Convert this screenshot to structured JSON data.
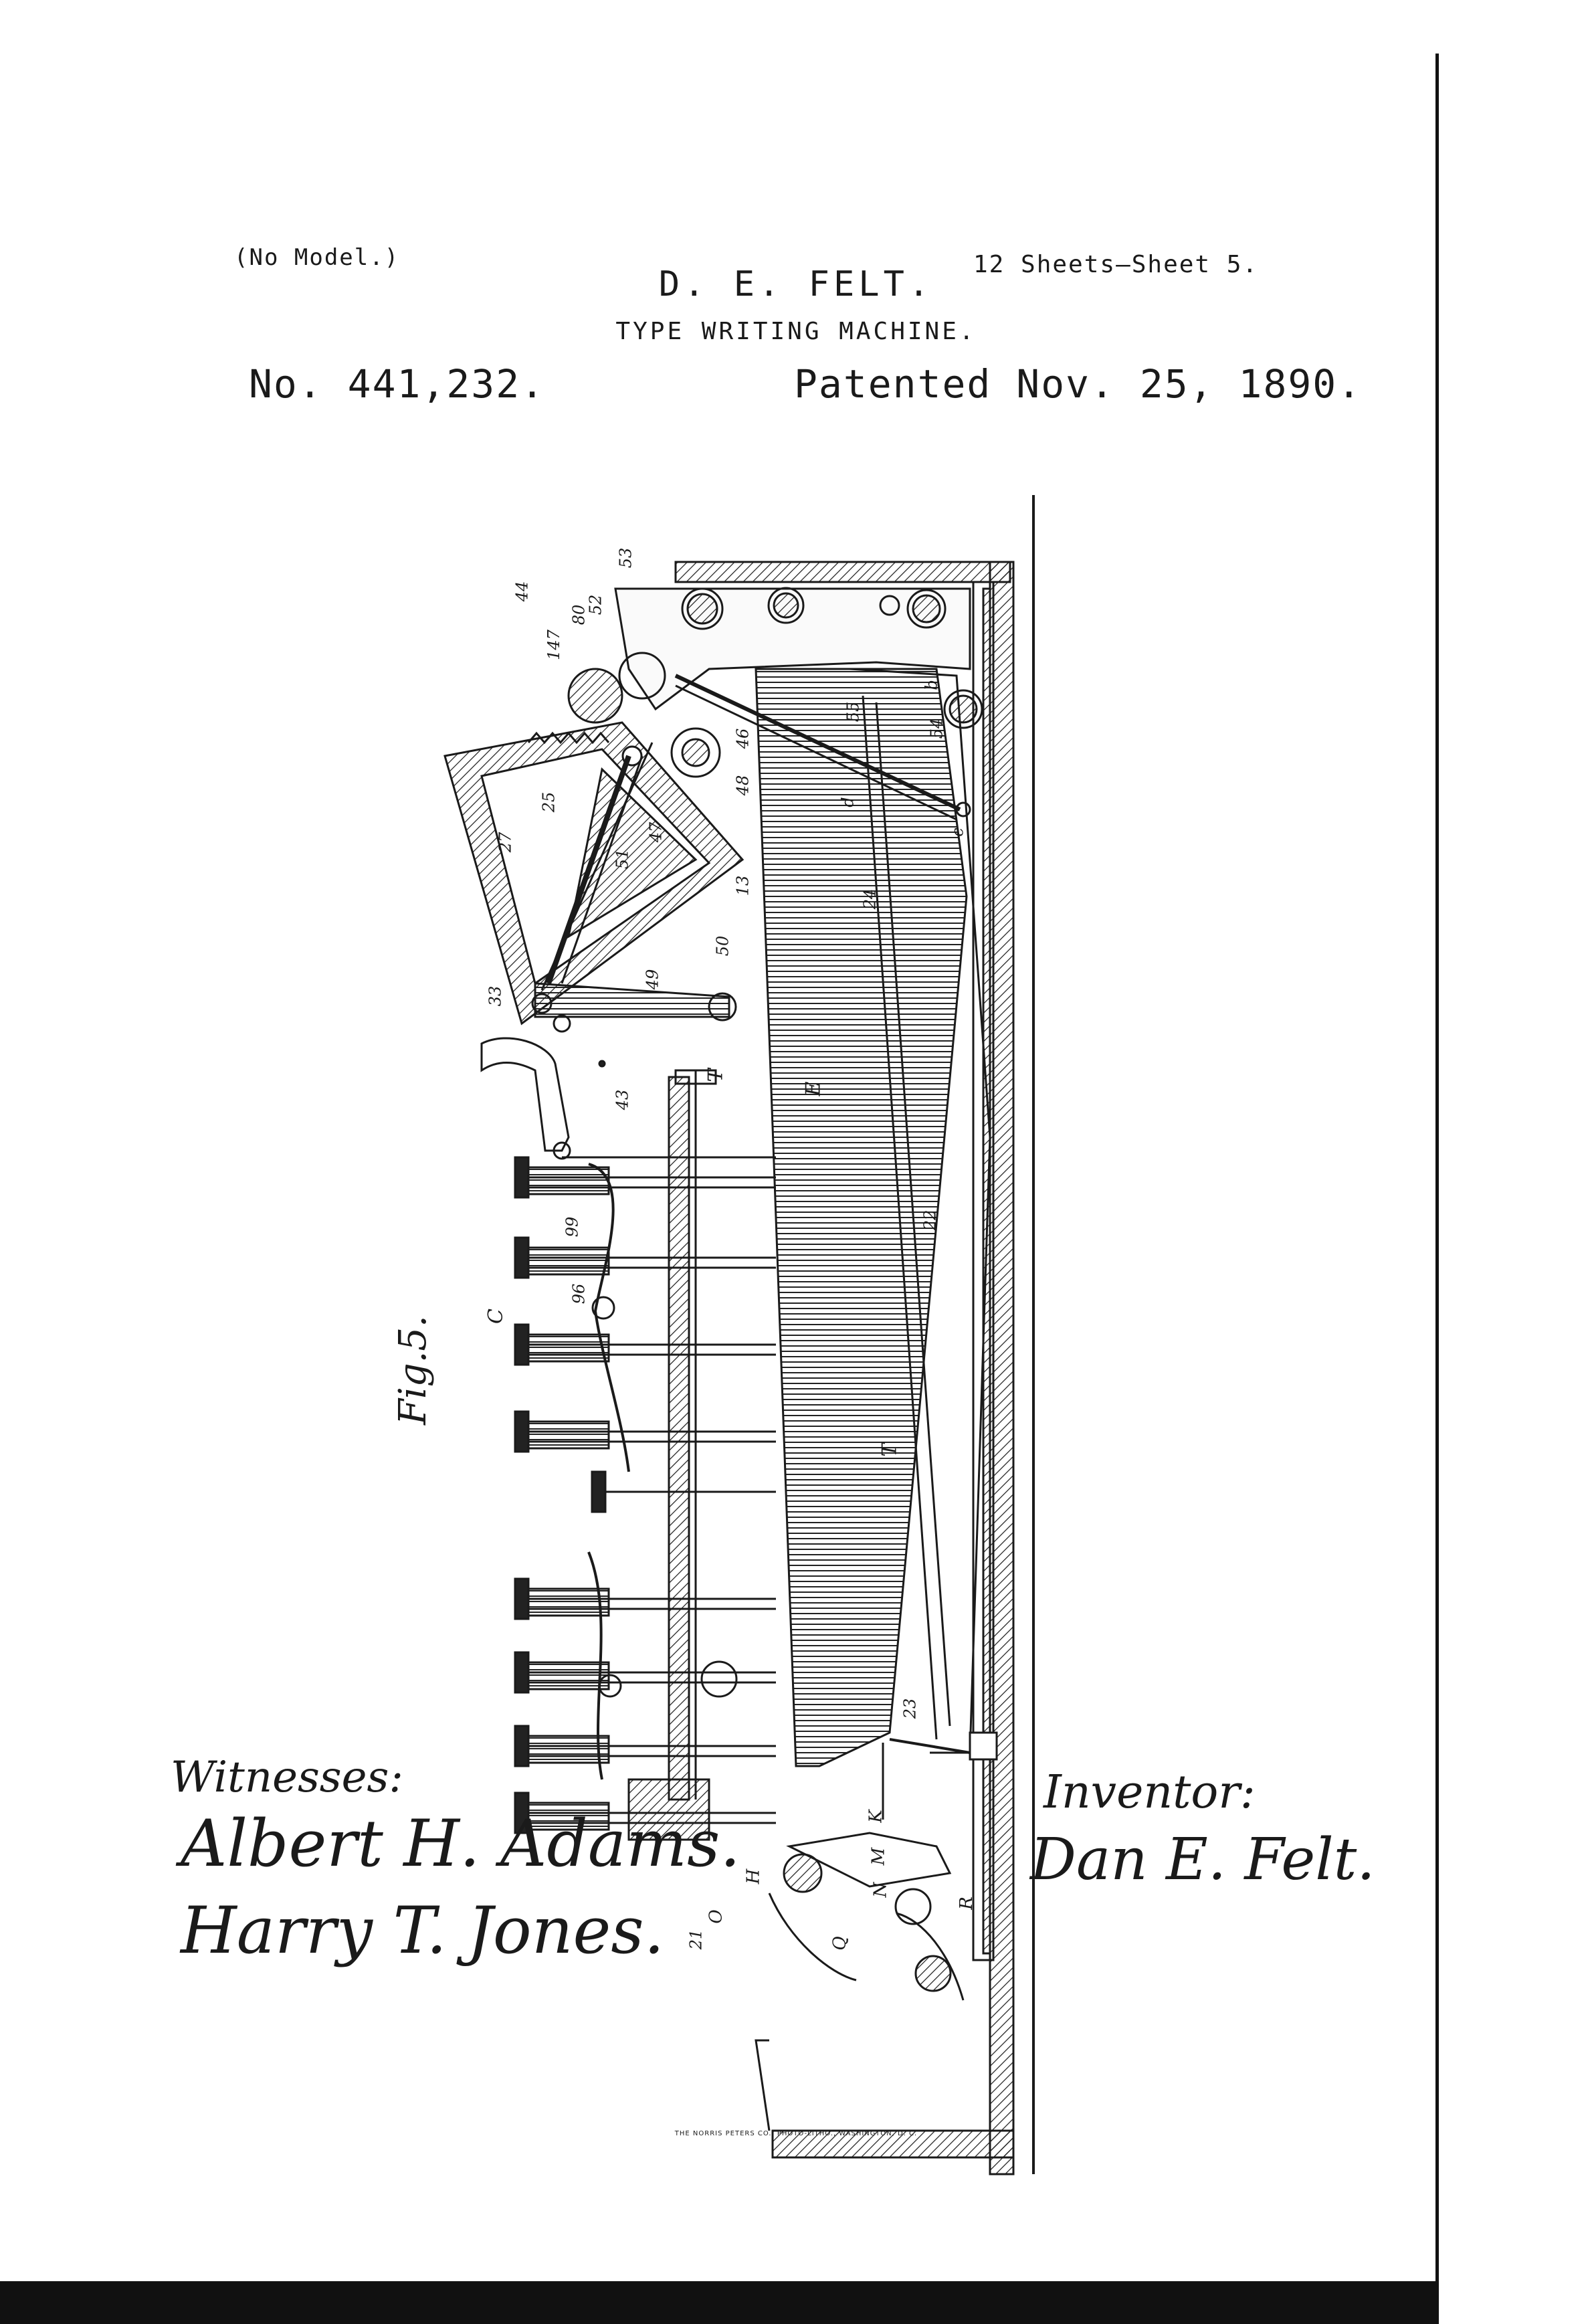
{
  "header": {
    "no_model": "(No Model.)",
    "sheets": "12 Sheets—Sheet 5.",
    "inventor": "D. E. FELT.",
    "title": "TYPE WRITING MACHINE.",
    "patent_number": "No. 441,232.",
    "patented": "Patented Nov. 25, 1890."
  },
  "figure": {
    "label": "Fig.5.",
    "ref_labels": [
      "44",
      "147",
      "80",
      "52",
      "53",
      "55",
      "b",
      "54",
      "c",
      "46",
      "48",
      "d",
      "24",
      "25",
      "27",
      "51",
      "47",
      "13",
      "50",
      "49",
      "33",
      "43",
      "T",
      "E",
      "22",
      "99",
      "96",
      "C",
      "T",
      "23",
      "K",
      "H",
      "N",
      "Q",
      "21",
      "O",
      "M",
      "R"
    ]
  },
  "signatures": {
    "witnesses_label": "Witnesses:",
    "witness_1": "Albert H. Adams.",
    "witness_2": "Harry T. Jones.",
    "inventor_label": "Inventor:",
    "inventor_signature": "Dan E. Felt."
  },
  "footer": {
    "printer": "THE NORRIS PETERS CO., PHOTO-LITHO., WASHINGTON, D. C."
  }
}
